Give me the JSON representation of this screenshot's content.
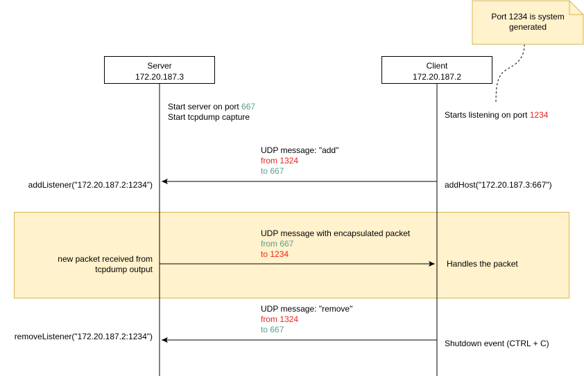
{
  "participants": {
    "server": {
      "name": "Server",
      "ip": "172.20.187.3"
    },
    "client": {
      "name": "Client",
      "ip": "172.20.187.2"
    }
  },
  "note": {
    "line1": "Port 1234 is system",
    "line2": "generated"
  },
  "server_start": {
    "prefix": "Start server on port ",
    "port": "667",
    "line2": "Start tcpdump capture"
  },
  "client_start": {
    "prefix": "Starts listening on port ",
    "port": "1234"
  },
  "msg_add": {
    "title": "UDP message: \"add\"",
    "from": "from 1324",
    "to": "to 667",
    "left": "addListener(\"172.20.187.2:1234\")",
    "right": "addHost(\"172.20.187.3:667\")"
  },
  "msg_packet": {
    "title": "UDP message with encapsulated packet",
    "from": "from 667",
    "to": "to 1234",
    "left1": "new packet received from",
    "left2": "tcpdump output",
    "right": "Handles the packet"
  },
  "msg_remove": {
    "title": "UDP message: \"remove\"",
    "from": "from 1324",
    "to": "to 667",
    "left": "removeListener(\"172.20.187.2:1234\")",
    "right": "Shutdown event (CTRL + C)"
  },
  "colors": {
    "green": "#5a9e8b",
    "red": "#e8231d",
    "highlight_fill": "#fff2cc",
    "highlight_border": "#d6b656"
  }
}
